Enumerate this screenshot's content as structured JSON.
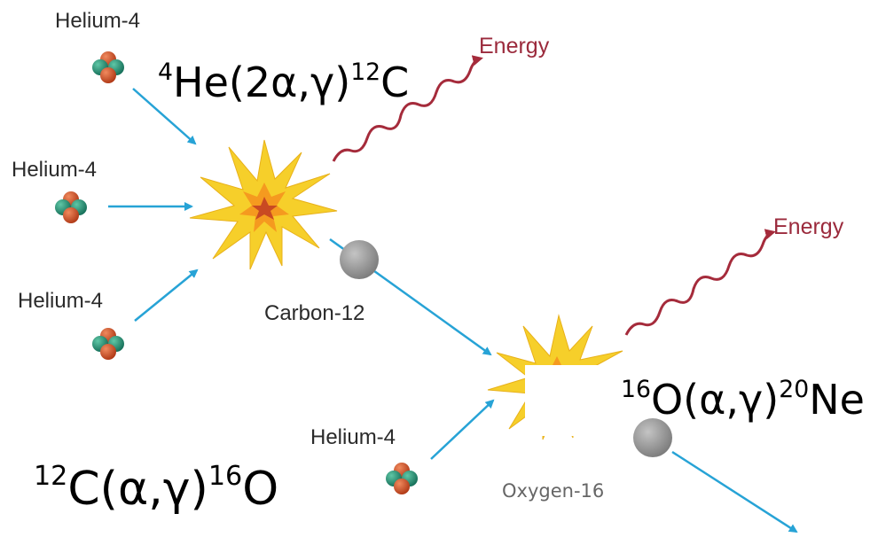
{
  "labels": {
    "helium": "Helium-4",
    "energy": "Energy",
    "carbon": "Carbon-12",
    "oxygen": "Oxygen-16"
  },
  "reactions": {
    "triple_alpha": {
      "sup_a": "4",
      "core": "He(2α,γ)",
      "sup_b": "12",
      "end": "C"
    },
    "carbon_alpha": {
      "sup_a": "12",
      "core": "C(α,γ)",
      "sup_b": "16",
      "end": "O"
    },
    "oxygen_alpha": {
      "sup_a": "16",
      "core": "O(α,γ)",
      "sup_b": "20",
      "end": "Ne"
    }
  },
  "colors": {
    "arrow": "#27a3d6",
    "energy_wave": "#a52b3b",
    "proton": "#c8471e",
    "neutron": "#1f8a6e",
    "burst_outer": "#f6cf2a",
    "burst_core": "#c94a22",
    "nucleus_gray": "#8f8f8f"
  }
}
